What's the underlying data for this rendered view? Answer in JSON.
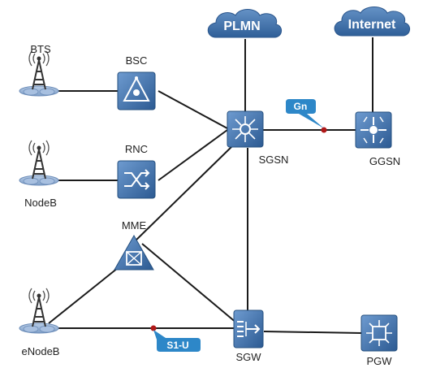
{
  "clouds": {
    "plmn": "PLMN",
    "internet": "Internet"
  },
  "nodes": {
    "bts": "BTS",
    "nodeb": "NodeB",
    "enodeb": "eNodeB",
    "bsc": "BSC",
    "rnc": "RNC",
    "mme": "MME",
    "sgsn": "SGSN",
    "ggsn": "GGSN",
    "sgw": "SGW",
    "pgw": "PGW"
  },
  "interfaces": {
    "gn": "Gn",
    "s1u": "S1-U"
  },
  "colors": {
    "device_blue": "#3d6fa8",
    "cloud_blue": "#3a6fa8",
    "tag_blue": "#2d87c8",
    "link": "#1a1a1a",
    "marker": "#b01818"
  }
}
